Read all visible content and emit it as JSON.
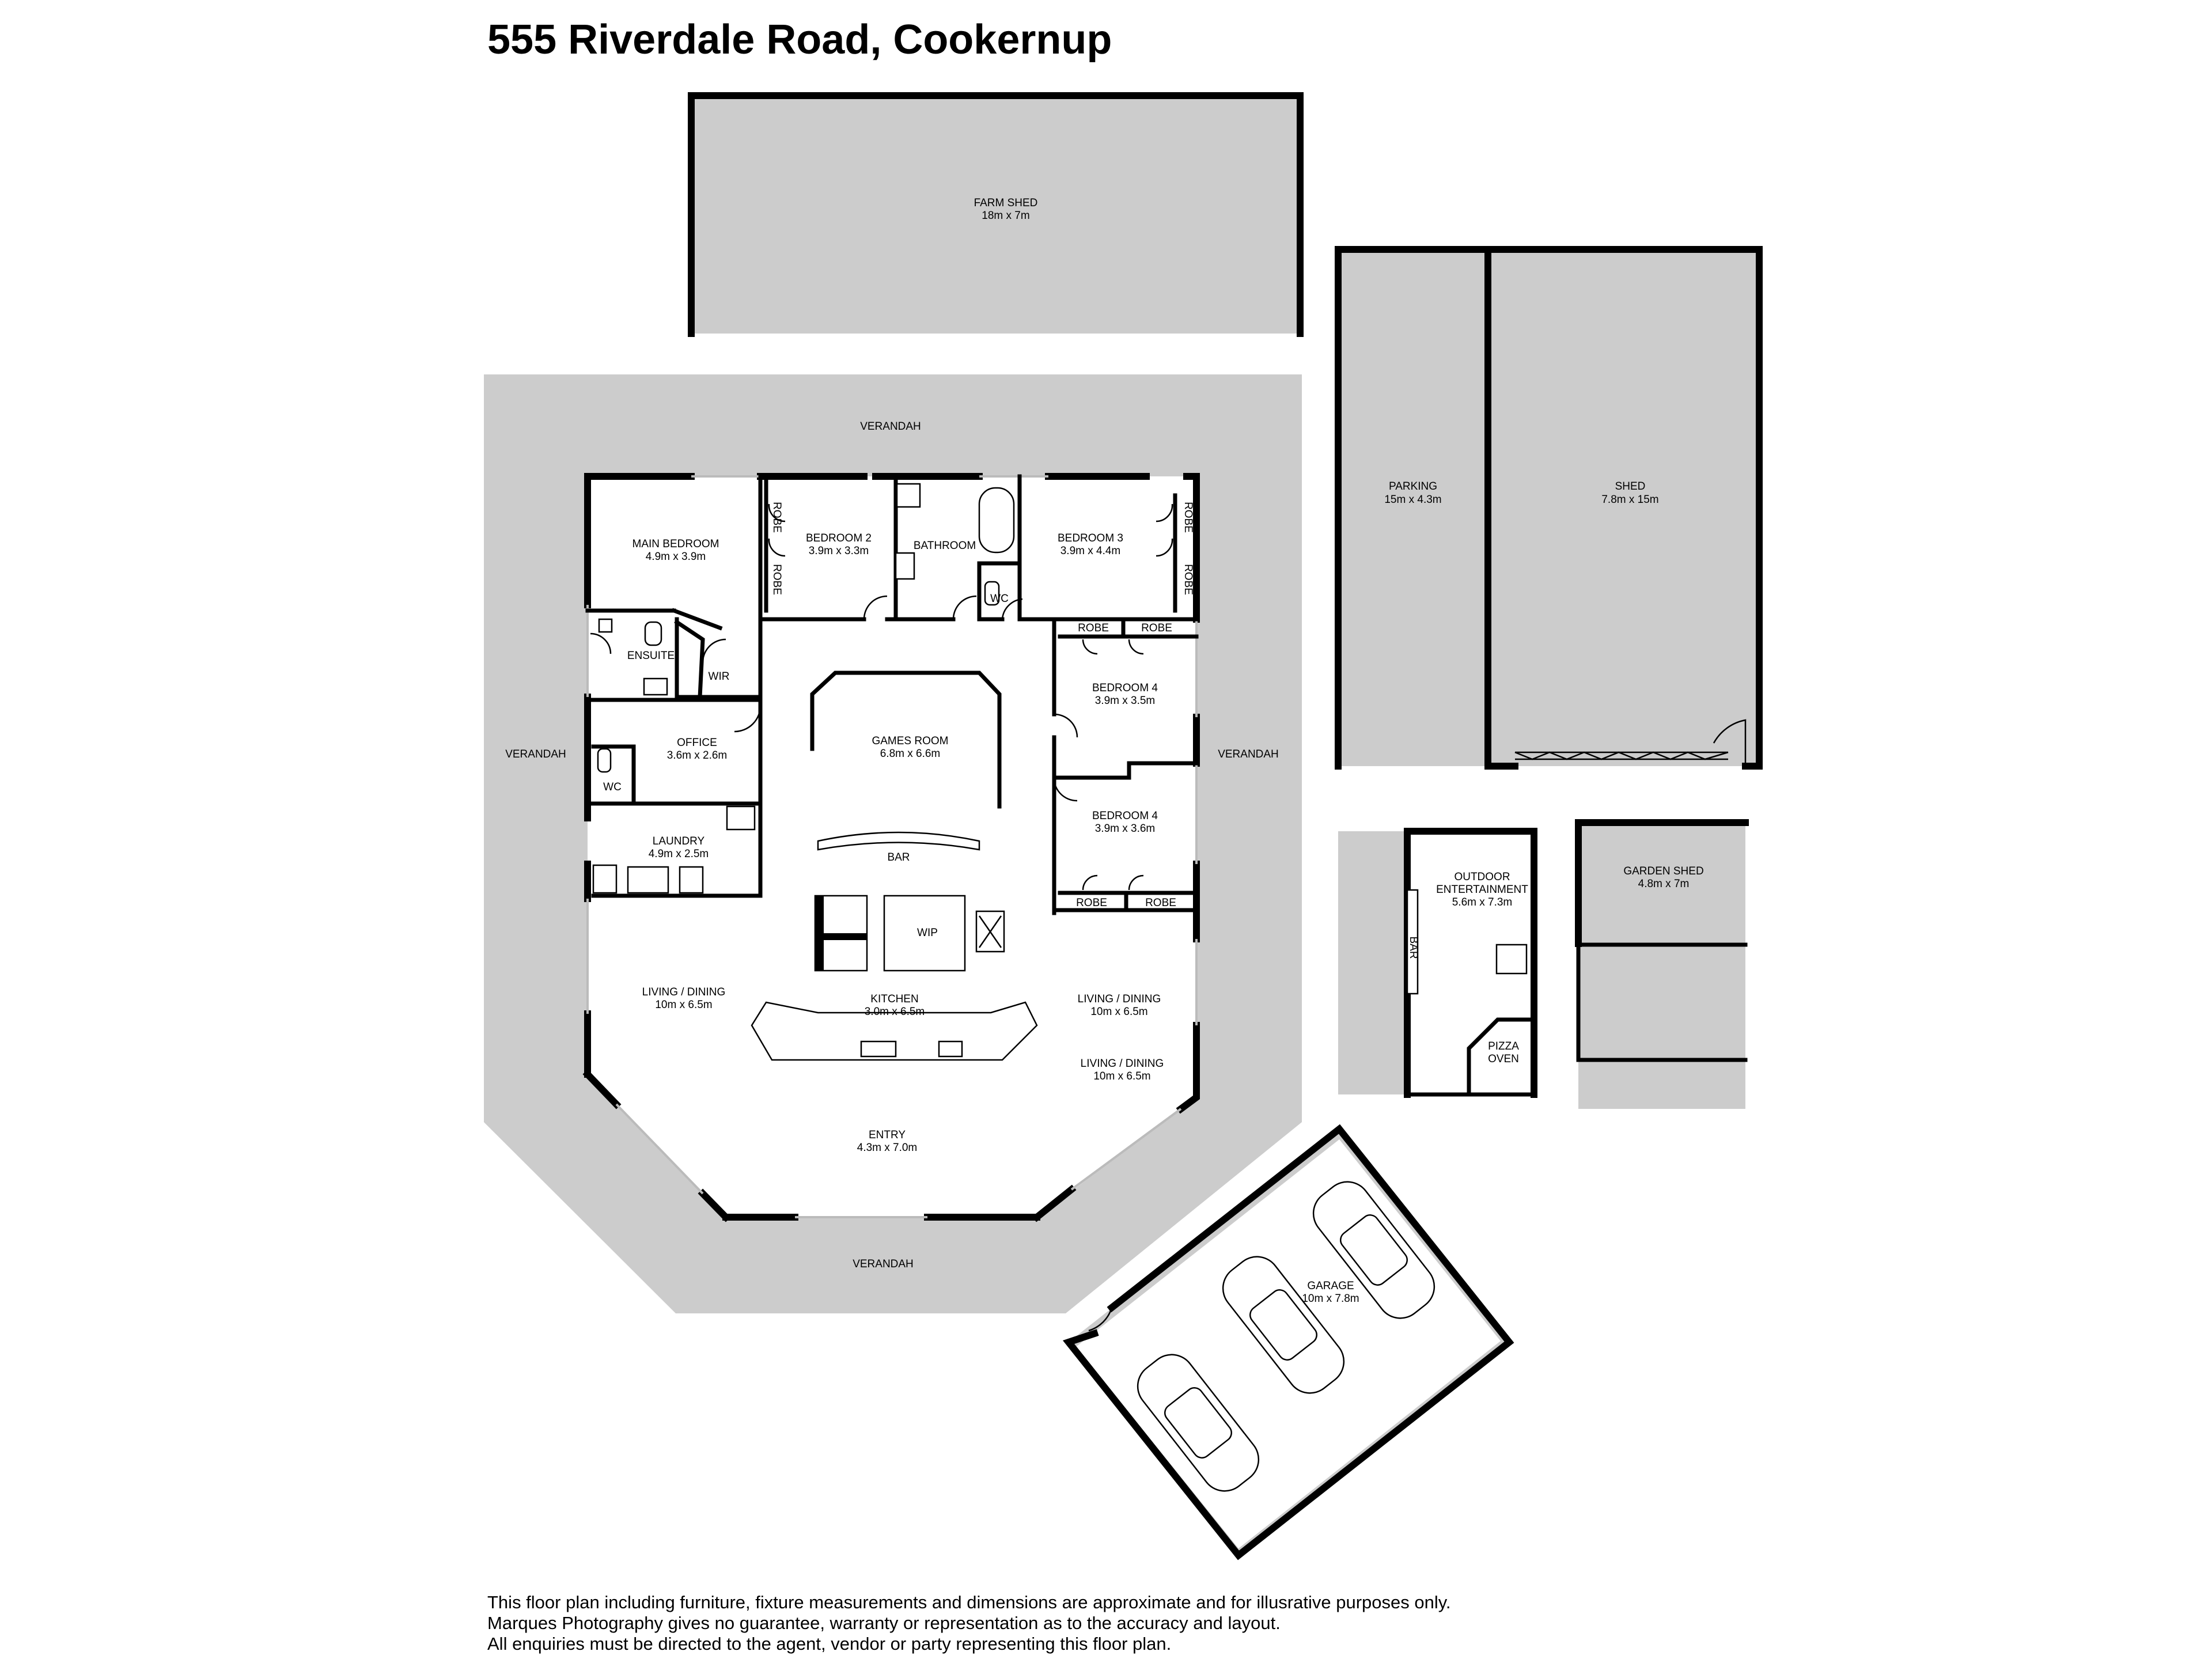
{
  "title": "555 Riverdale Road, Cookernup",
  "disclaimer": [
    "This floor plan including furniture, fixture measurements and dimensions are approximate and for illusrative purposes only.",
    "Marques Photography gives no guarantee, warranty or representation as to the accuracy and layout.",
    "All enquiries must be directed to the agent, vendor or party representing this floor plan."
  ],
  "colors": {
    "shaded_area": "#cccccc",
    "wall": "#000000",
    "floor": "#ffffff"
  },
  "rooms": {
    "farm_shed": {
      "name": "FARM SHED",
      "dims": "18m x 7m"
    },
    "parking": {
      "name": "PARKING",
      "dims": "15m x 4.3m"
    },
    "shed": {
      "name": "SHED",
      "dims": "7.8m x 15m"
    },
    "verandah_top": {
      "name": "VERANDAH"
    },
    "verandah_left": {
      "name": "VERANDAH"
    },
    "verandah_right": {
      "name": "VERANDAH"
    },
    "verandah_bottom": {
      "name": "VERANDAH"
    },
    "main_bedroom": {
      "name": "MAIN BEDROOM",
      "dims": "4.9m x 3.9m"
    },
    "bedroom_2": {
      "name": "BEDROOM 2",
      "dims": "3.9m x 3.3m"
    },
    "bathroom": {
      "name": "BATHROOM"
    },
    "bedroom_3": {
      "name": "BEDROOM 3",
      "dims": "3.9m x 4.4m"
    },
    "wc_bath": {
      "name": "WC"
    },
    "robe_b2_top": {
      "name": "ROBE"
    },
    "robe_b2_bottom": {
      "name": "ROBE"
    },
    "robe_b3_top": {
      "name": "ROBE"
    },
    "robe_b3_bottom": {
      "name": "ROBE"
    },
    "ensuite": {
      "name": "ENSUITE"
    },
    "wir": {
      "name": "WIR"
    },
    "office": {
      "name": "OFFICE",
      "dims": "3.6m x 2.6m"
    },
    "wc_office": {
      "name": "WC"
    },
    "laundry": {
      "name": "LAUNDRY",
      "dims": "4.9m x 2.5m"
    },
    "games_room": {
      "name": "GAMES ROOM",
      "dims": "6.8m x 6.6m"
    },
    "bar": {
      "name": "BAR"
    },
    "wip": {
      "name": "WIP"
    },
    "kitchen": {
      "name": "KITCHEN",
      "dims": "3.0m x 6.5m"
    },
    "bedroom_4_upper": {
      "name": "BEDROOM 4",
      "dims": "3.9m x 3.5m"
    },
    "bedroom_4_lower": {
      "name": "BEDROOM 4",
      "dims": "3.9m x 3.6m"
    },
    "robe_b4_1": {
      "name": "ROBE"
    },
    "robe_b4_2": {
      "name": "ROBE"
    },
    "robe_b4_3": {
      "name": "ROBE"
    },
    "robe_b4_4": {
      "name": "ROBE"
    },
    "living_dining_left": {
      "name": "LIVING / DINING",
      "dims": "10m x 6.5m"
    },
    "living_dining_right_1": {
      "name": "LIVING / DINING",
      "dims": "10m x 6.5m"
    },
    "living_dining_right_2": {
      "name": "LIVING / DINING",
      "dims": "10m x 6.5m"
    },
    "entry": {
      "name": "ENTRY",
      "dims": "4.3m x 7.0m"
    },
    "outdoor_entertainment": {
      "name_line1": "OUTDOOR",
      "name_line2": "ENTERTAINMENT",
      "dims": "5.6m x 7.3m"
    },
    "outdoor_bar": {
      "name": "BAR"
    },
    "pizza_oven": {
      "name_line1": "PIZZA",
      "name_line2": "OVEN"
    },
    "garden_shed": {
      "name": "GARDEN SHED",
      "dims": "4.8m x 7m"
    },
    "garage": {
      "name": "GARAGE",
      "dims": "10m x 7.8m"
    }
  }
}
